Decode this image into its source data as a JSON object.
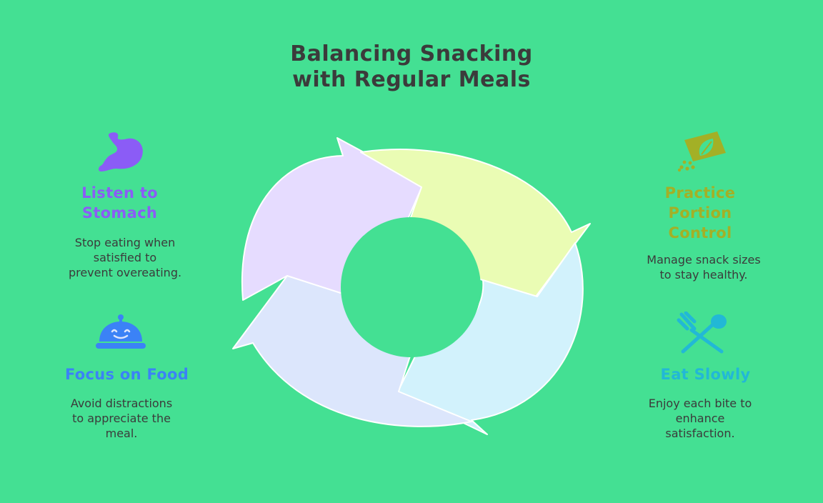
{
  "title": {
    "line1": "Balancing Snacking",
    "line2": "with Regular Meals"
  },
  "colors": {
    "background": "#44e093",
    "purple": "#8b5cf6",
    "olive": "#a3b026",
    "blue": "#3b82f6",
    "teal": "#22b8d6",
    "segment_purple": "#e6dcff",
    "segment_yellow": "#eafcb4",
    "segment_cyan": "#d2f2fc",
    "segment_blue": "#dce6fc"
  },
  "items": [
    {
      "icon": "stomach-icon",
      "heading": [
        "Listen to",
        "Stomach"
      ],
      "description": [
        "Stop eating when",
        "satisfied to",
        "prevent overeating."
      ]
    },
    {
      "icon": "portion-seed-packet-icon",
      "heading": [
        "Practice",
        "Portion",
        "Control"
      ],
      "description": [
        "Manage snack sizes",
        "to stay healthy."
      ]
    },
    {
      "icon": "food-cloche-icon",
      "heading": [
        "Focus on Food"
      ],
      "description": [
        "Avoid distractions",
        "to appreciate the",
        "meal."
      ]
    },
    {
      "icon": "fork-spoon-icon",
      "heading": [
        "Eat Slowly"
      ],
      "description": [
        "Enjoy each bite to",
        "enhance",
        "satisfaction."
      ]
    }
  ]
}
